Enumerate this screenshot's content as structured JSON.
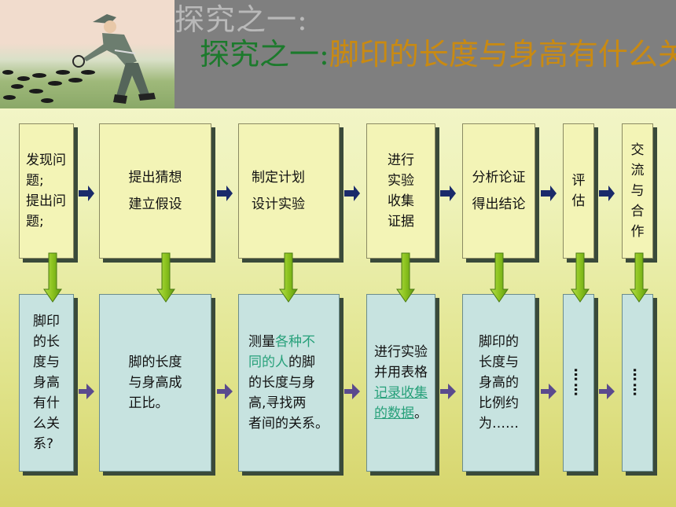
{
  "header": {
    "title_echo": "探究之一:",
    "title_prefix": "探究之一:",
    "title_question": "脚印的长度与身高有什么关系?"
  },
  "steps": [
    {
      "label": "发现问\n题;\n提出问\n题;"
    },
    {
      "label": "提出猜想\n建立假设"
    },
    {
      "label": "制定计划\n设计实验"
    },
    {
      "label": "进行\n实验\n收集\n证据"
    },
    {
      "label": "分析论证\n得出结论"
    },
    {
      "label": "评\n估"
    },
    {
      "label": "交\n流\n与\n合\n作"
    }
  ],
  "details": [
    {
      "label": "脚印\n的长\n度与\n身高\n有什\n么关\n系?"
    },
    {
      "label": "脚的长度\n与身高成\n正比。"
    },
    {
      "text_pre": "测量",
      "text_hl": "各种不\n同的人",
      "text_post": "的脚\n的长度与身\n高,寻找两\n者间的关系。"
    },
    {
      "text_pre": "进行实验\n并用表格\n",
      "text_hl": "记录收集\n的数据",
      "text_post": "。"
    },
    {
      "label": "脚印的\n长度与\n身高的\n比例约\n为……"
    },
    {
      "label": "……"
    },
    {
      "label": "……"
    }
  ],
  "colors": {
    "banner_bg": "#7f7f7f",
    "title_green": "#1c7a2c",
    "title_orange": "#c98a12",
    "step_box": "#f3f4b6",
    "detail_box": "#c7e3e0",
    "down_arrow": "#8bc21e",
    "highlight_text": "#27a07a",
    "arrow_navy": "#1a2a6a"
  }
}
